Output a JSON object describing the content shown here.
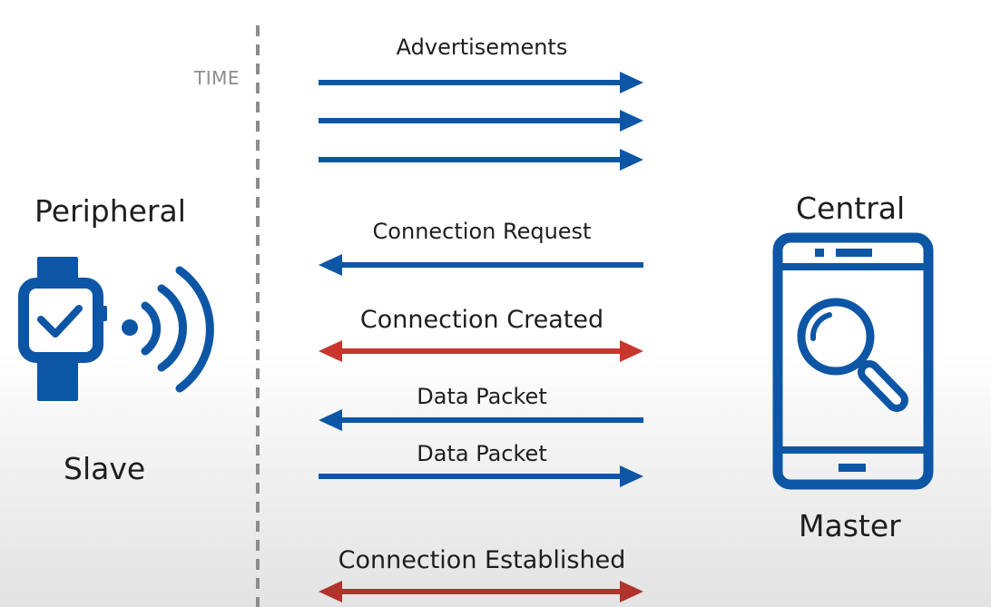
{
  "time_label": "TIME",
  "peripheral": {
    "role": "Peripheral",
    "alias": "Slave",
    "icon": "smartwatch-broadcast-icon"
  },
  "central": {
    "role": "Central",
    "alias": "Master",
    "icon": "smartphone-search-icon"
  },
  "colors": {
    "blue": "#0d56a6",
    "red": "#c8362e",
    "dark_red": "#b0332c",
    "timeline": "#8c8c8c"
  },
  "messages": [
    {
      "label": "Advertisements",
      "direction": "right"
    },
    {
      "label": "",
      "direction": "right"
    },
    {
      "label": "",
      "direction": "right"
    },
    {
      "label": "Connection Request",
      "direction": "left"
    },
    {
      "label": "Connection Created",
      "direction": "both"
    },
    {
      "label": "Data Packet",
      "direction": "left"
    },
    {
      "label": "Data Packet",
      "direction": "right"
    },
    {
      "label": "Connection Established",
      "direction": "both"
    }
  ]
}
